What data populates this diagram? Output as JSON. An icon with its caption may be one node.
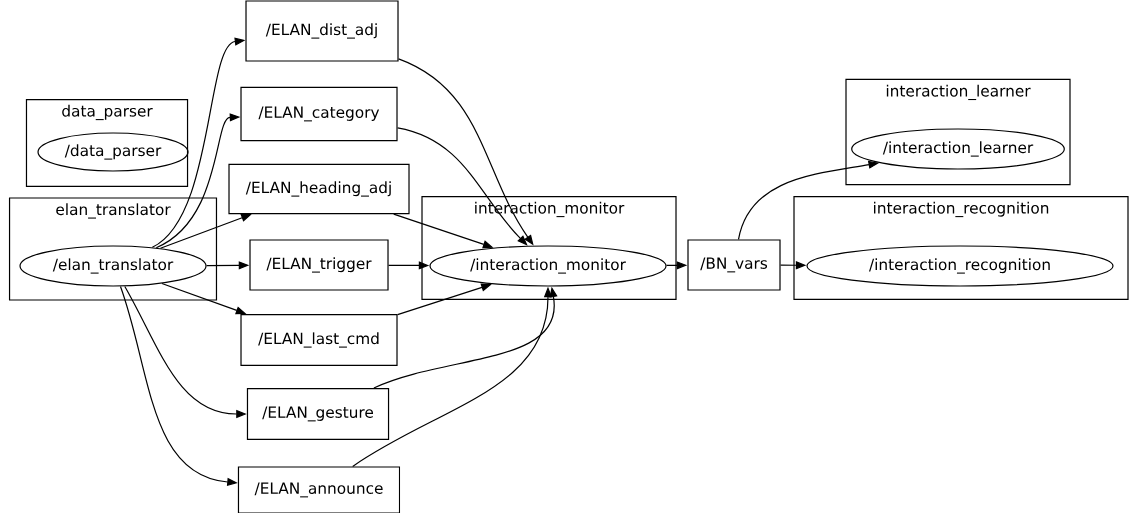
{
  "diagram": {
    "nodes": [
      {
        "text": [
          "data_parser"
        ]
      },
      {
        "text": [
          "/data_parser"
        ],
        "in": 0
      },
      {
        "text": [
          "elan_translator"
        ]
      },
      {
        "text": [
          "/elan_translator"
        ],
        "in": 2
      },
      {
        "text": [
          "/ELAN_dist_adj"
        ]
      },
      {
        "text": [
          "/ELAN_category"
        ]
      },
      {
        "text": [
          "/ELAN_heading_adj"
        ]
      },
      {
        "text": [
          "/ELAN_trigger"
        ]
      },
      {
        "text": [
          "/ELAN_last_cmd"
        ]
      },
      {
        "text": [
          "/ELAN_gesture"
        ]
      },
      {
        "text": [
          "/ELAN_announce"
        ]
      },
      {
        "text": [
          "interaction_monitor"
        ]
      },
      {
        "text": [
          "/interaction_monitor"
        ],
        "in": 11
      },
      {
        "text": [
          "/BN_vars"
        ]
      },
      {
        "text": [
          "interaction_learner"
        ]
      },
      {
        "text": [
          "/interaction_learner"
        ],
        "in": 14
      },
      {
        "text": [
          "interaction_recognition"
        ]
      },
      {
        "text": [
          "/interaction_recognition"
        ],
        "in": 16
      }
    ],
    "edges": [
      {
        "from": 3,
        "to": 4,
        "arrow": "to"
      },
      {
        "from": 3,
        "to": 5,
        "arrow": "to"
      },
      {
        "from": 3,
        "to": 6,
        "arrow": "to"
      },
      {
        "from": 3,
        "to": 7,
        "arrow": "to"
      },
      {
        "from": 3,
        "to": 8,
        "arrow": "to"
      },
      {
        "from": 3,
        "to": 9,
        "arrow": "to"
      },
      {
        "from": 3,
        "to": 10,
        "arrow": "to"
      },
      {
        "from": 4,
        "to": 12,
        "arrow": "to"
      },
      {
        "from": 5,
        "to": 12,
        "arrow": "to"
      },
      {
        "from": 6,
        "to": 12,
        "arrow": "to"
      },
      {
        "from": 7,
        "to": 12,
        "arrow": "to"
      },
      {
        "from": 8,
        "to": 12,
        "arrow": "to"
      },
      {
        "from": 9,
        "to": 12,
        "arrow": "to"
      },
      {
        "from": 10,
        "to": 12,
        "arrow": "to"
      },
      {
        "from": 12,
        "to": 13,
        "arrow": "to"
      },
      {
        "from": 13,
        "to": 15,
        "arrow": "to"
      },
      {
        "from": 13,
        "to": 17,
        "arrow": "to"
      }
    ]
  }
}
